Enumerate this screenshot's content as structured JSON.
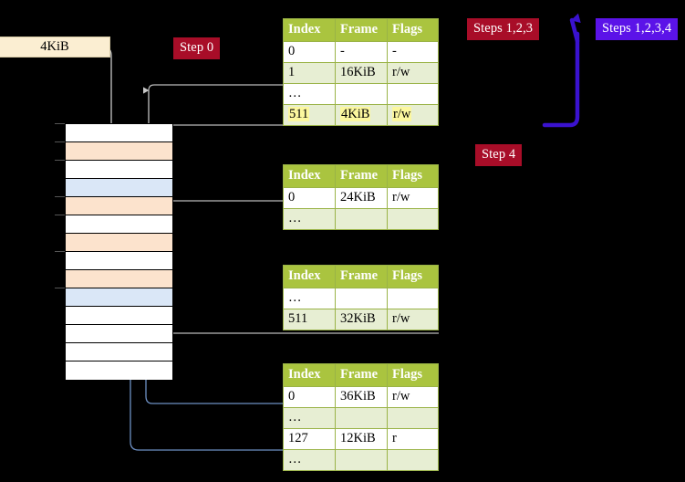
{
  "diagram": {
    "title_region": "x86-64 four-level page table walk illustration",
    "memory_column": {
      "name": "physical-memory-column",
      "rows": [
        {
          "fill": "white"
        },
        {
          "fill": "orange"
        },
        {
          "fill": "white"
        },
        {
          "fill": "blue"
        },
        {
          "fill": "orange"
        },
        {
          "fill": "white"
        },
        {
          "fill": "orange"
        },
        {
          "fill": "white"
        },
        {
          "fill": "orange"
        },
        {
          "fill": "blue"
        },
        {
          "fill": "white"
        },
        {
          "fill": "white"
        },
        {
          "fill": "white"
        },
        {
          "fill": "white"
        }
      ]
    },
    "top_box": {
      "label": "4KiB"
    },
    "badges": [
      {
        "id": "step0",
        "label": "Step 0",
        "color": "#a80d28",
        "style": "red"
      },
      {
        "id": "steps123",
        "label": "Steps 1,2,3",
        "color": "#a80d28",
        "style": "red"
      },
      {
        "id": "steps1234",
        "label": "Steps 1,2,3,4",
        "color": "#5b13e8",
        "style": "blue"
      },
      {
        "id": "step4",
        "label": "Step 4",
        "color": "#a80d28",
        "style": "red"
      }
    ],
    "colors": {
      "table_header_bg": "#aac43f",
      "table_header_text": "#ffffff",
      "table_border": "#9ab347",
      "table_alt_row": "#e7eed3",
      "highlight": "#fbf79e",
      "mem_orange": "#fce3cd",
      "mem_blue": "#dae7f7",
      "box_cream": "#fbeed2",
      "badge_red": "#a80d28",
      "badge_blue": "#5b13e8",
      "wire_gray": "#b9b9b9",
      "wire_blue": "#6d90c4",
      "background": "#000000"
    },
    "tables": [
      {
        "id": "pml4",
        "headers": [
          "Index",
          "Frame",
          "Flags"
        ],
        "rows": [
          {
            "cells": [
              "0",
              "-",
              "-"
            ],
            "shade": "plain",
            "highlight": [
              false,
              false,
              false
            ]
          },
          {
            "cells": [
              "1",
              "16KiB",
              "r/w"
            ],
            "shade": "alt",
            "highlight": [
              false,
              false,
              false
            ]
          },
          {
            "cells": [
              "…",
              "",
              ""
            ],
            "shade": "plain",
            "highlight": [
              false,
              false,
              false
            ]
          },
          {
            "cells": [
              "511",
              "4KiB",
              "r/w"
            ],
            "shade": "alt",
            "highlight": [
              true,
              true,
              true
            ]
          }
        ]
      },
      {
        "id": "pdpt",
        "headers": [
          "Index",
          "Frame",
          "Flags"
        ],
        "rows": [
          {
            "cells": [
              "0",
              "24KiB",
              "r/w"
            ],
            "shade": "plain",
            "highlight": [
              false,
              false,
              false
            ]
          },
          {
            "cells": [
              "…",
              "",
              ""
            ],
            "shade": "alt",
            "highlight": [
              false,
              false,
              false
            ]
          }
        ]
      },
      {
        "id": "pd",
        "headers": [
          "Index",
          "Frame",
          "Flags"
        ],
        "rows": [
          {
            "cells": [
              "…",
              "",
              ""
            ],
            "shade": "plain",
            "highlight": [
              false,
              false,
              false
            ]
          },
          {
            "cells": [
              "511",
              "32KiB",
              "r/w"
            ],
            "shade": "alt",
            "highlight": [
              false,
              false,
              false
            ]
          }
        ]
      },
      {
        "id": "pt",
        "headers": [
          "Index",
          "Frame",
          "Flags"
        ],
        "rows": [
          {
            "cells": [
              "0",
              "36KiB",
              "r/w"
            ],
            "shade": "plain",
            "highlight": [
              false,
              false,
              false
            ]
          },
          {
            "cells": [
              "…",
              "",
              ""
            ],
            "shade": "alt",
            "highlight": [
              false,
              false,
              false
            ]
          },
          {
            "cells": [
              "127",
              "12KiB",
              "r"
            ],
            "shade": "plain",
            "highlight": [
              false,
              false,
              false
            ]
          },
          {
            "cells": [
              "…",
              "",
              ""
            ],
            "shade": "alt",
            "highlight": [
              false,
              false,
              false
            ]
          }
        ]
      }
    ]
  }
}
